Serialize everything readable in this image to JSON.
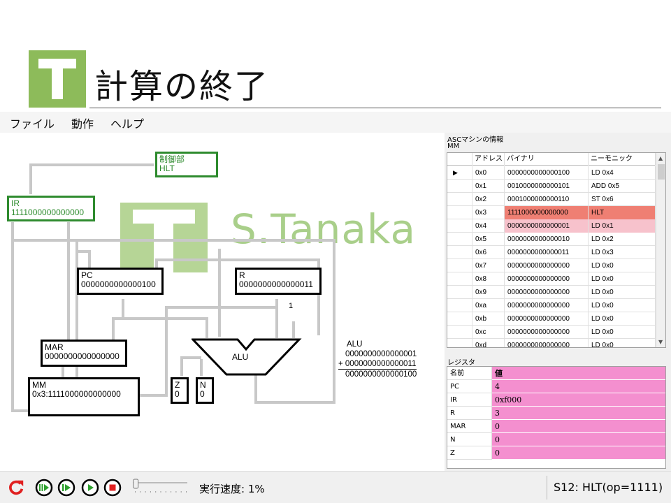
{
  "slide": {
    "title": "計算の終了"
  },
  "menu": {
    "items": [
      "ファイル",
      "動作",
      "ヘルプ"
    ]
  },
  "watermark": {
    "text": "S.Tanaka"
  },
  "diagram": {
    "control": {
      "label": "制御部",
      "value": "HLT"
    },
    "ir": {
      "label": "IR",
      "value": "1111000000000000"
    },
    "pc": {
      "label": "PC",
      "value": "0000000000000100"
    },
    "r": {
      "label": "R",
      "value": "0000000000000011"
    },
    "mar": {
      "label": "MAR",
      "value": "0000000000000000"
    },
    "mm": {
      "label": "MM",
      "value": "0x3:1111000000000000"
    },
    "alu_label": "ALU",
    "z": {
      "label": "Z",
      "value": "0"
    },
    "n": {
      "label": "N",
      "value": "0"
    },
    "one": "1",
    "alu_calc": {
      "title": "ALU",
      "a": "0000000000000001",
      "b": "+ 0000000000000011",
      "result": "0000000000000100"
    }
  },
  "mm_panel": {
    "group_title": "ASCマシンの情報",
    "subtitle": "MM",
    "headers": [
      "",
      "アドレス",
      "バイナリ",
      "ニーモニック"
    ],
    "current_marker": "▶",
    "rows": [
      {
        "addr": "0x0",
        "bin": "0000000000000100",
        "mn": "LD 0x4"
      },
      {
        "addr": "0x1",
        "bin": "0010000000000101",
        "mn": "ADD 0x5"
      },
      {
        "addr": "0x2",
        "bin": "0001000000000110",
        "mn": "ST 0x6"
      },
      {
        "addr": "0x3",
        "bin": "1111000000000000",
        "mn": "HLT"
      },
      {
        "addr": "0x4",
        "bin": "0000000000000001",
        "mn": "LD 0x1"
      },
      {
        "addr": "0x5",
        "bin": "0000000000000010",
        "mn": "LD 0x2"
      },
      {
        "addr": "0x6",
        "bin": "0000000000000011",
        "mn": "LD 0x3"
      },
      {
        "addr": "0x7",
        "bin": "0000000000000000",
        "mn": "LD 0x0"
      },
      {
        "addr": "0x8",
        "bin": "0000000000000000",
        "mn": "LD 0x0"
      },
      {
        "addr": "0x9",
        "bin": "0000000000000000",
        "mn": "LD 0x0"
      },
      {
        "addr": "0xa",
        "bin": "0000000000000000",
        "mn": "LD 0x0"
      },
      {
        "addr": "0xb",
        "bin": "0000000000000000",
        "mn": "LD 0x0"
      },
      {
        "addr": "0xc",
        "bin": "0000000000000000",
        "mn": "LD 0x0"
      },
      {
        "addr": "0xd",
        "bin": "0000000000000000",
        "mn": "LD 0x0"
      }
    ],
    "highlight_colors": {
      "current": "#ef7f73",
      "next": "#f7c2cc"
    }
  },
  "registers": {
    "group_title": "レジスタ",
    "header_name": "名前",
    "header_value": "値",
    "rows": [
      {
        "name": "PC",
        "value": "4"
      },
      {
        "name": "IR",
        "value": "0xf000"
      },
      {
        "name": "R",
        "value": "3"
      },
      {
        "name": "MAR",
        "value": "0"
      },
      {
        "name": "N",
        "value": "0"
      },
      {
        "name": "Z",
        "value": "0"
      }
    ]
  },
  "statusbar": {
    "speed_label": "実行速度: 1%",
    "speed_value": 1,
    "status": "S12: HLT(op=1111)"
  },
  "controls": [
    "reset-icon",
    "fast-forward-icon",
    "step-forward-icon",
    "play-icon",
    "stop-icon"
  ],
  "colors": {
    "green": "#2e8b2e",
    "register_bg": "#f48fcf",
    "accent_red": "#e02020"
  }
}
